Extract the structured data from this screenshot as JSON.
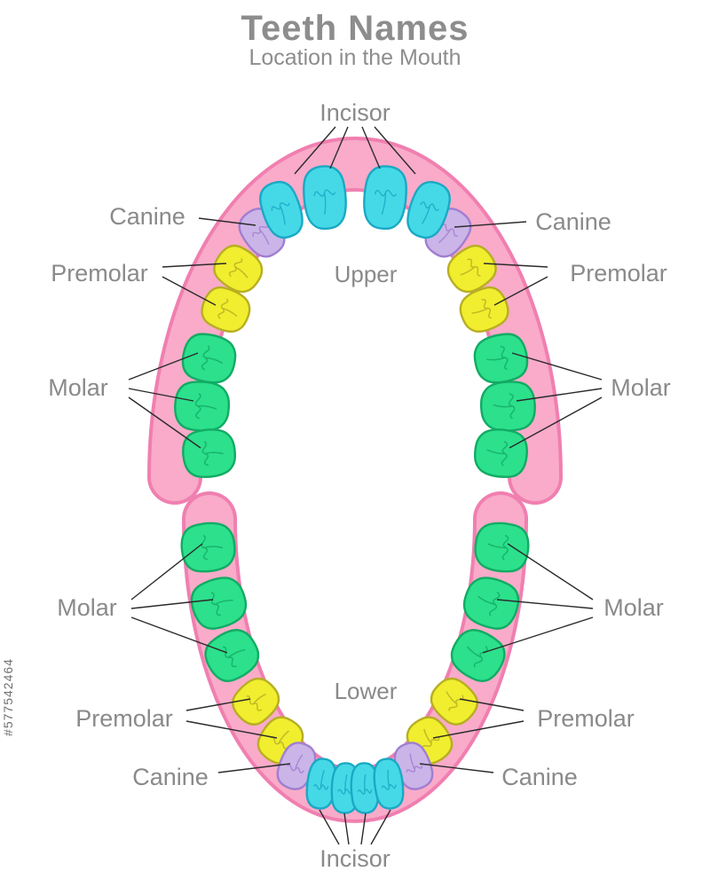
{
  "title": "Teeth Names",
  "subtitle": "Location in the Mouth",
  "watermark": "#577542464",
  "arch_labels": {
    "upper": "Upper",
    "lower": "Lower"
  },
  "labels": {
    "incisor_top": "Incisor",
    "canine_upper_left": "Canine",
    "canine_upper_right": "Canine",
    "premolar_upper_left": "Premolar",
    "premolar_upper_right": "Premolar",
    "molar_upper_left": "Molar",
    "molar_upper_right": "Molar",
    "molar_lower_left": "Molar",
    "molar_lower_right": "Molar",
    "premolar_lower_left": "Premolar",
    "premolar_lower_right": "Premolar",
    "canine_lower_left": "Canine",
    "canine_lower_right": "Canine",
    "incisor_bottom": "Incisor"
  },
  "tooth_types": [
    {
      "name": "Incisor",
      "count_per_arch": 4
    },
    {
      "name": "Canine",
      "count_per_arch": 2
    },
    {
      "name": "Premolar",
      "count_per_arch": 4
    },
    {
      "name": "Molar",
      "count_per_arch": 6
    }
  ],
  "colors": {
    "title": "#8d8d8d",
    "label": "#8a8a8a",
    "leader": "#2b2b2b",
    "watermark": "#6f6f6f",
    "arch": "#f9abc9",
    "arch-dark": "#f07fb0",
    "incisor": "#45d9e8",
    "incisor-dark": "#1aa9c4",
    "canine": "#cbb4e8",
    "canine-dark": "#9f7fd1",
    "premolar": "#f0ee2e",
    "premolar-dark": "#b7ae23",
    "molar": "#2ce08c",
    "molar-dark": "#12ab64"
  }
}
